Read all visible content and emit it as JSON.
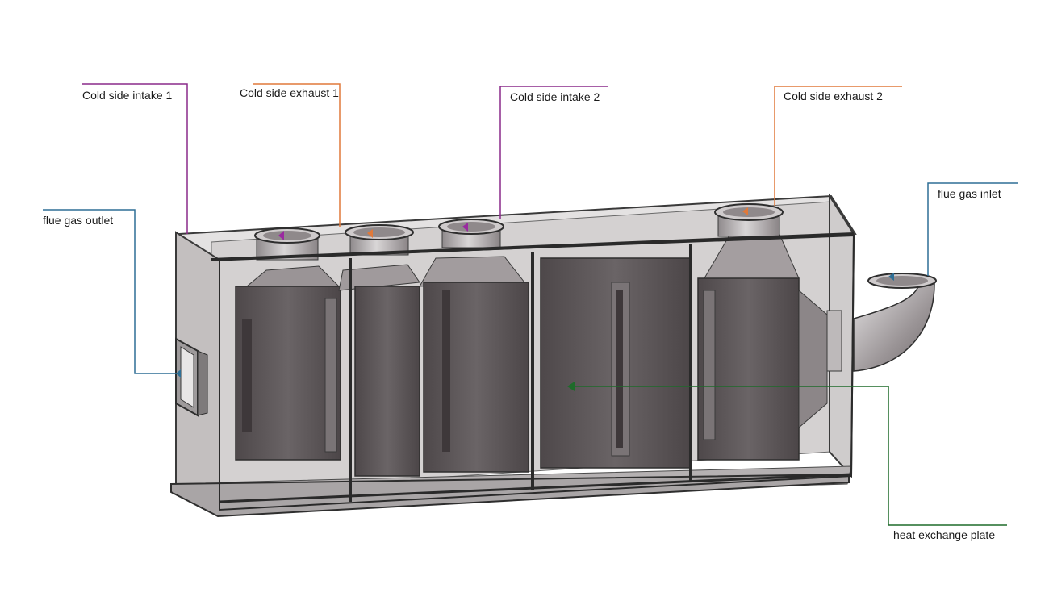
{
  "labels": {
    "cold_side_intake_1": "Cold side intake 1",
    "cold_side_exhaust_1": "Cold side exhaust 1",
    "cold_side_intake_2": "Cold side intake 2",
    "cold_side_exhaust_2": "Cold side exhaust 2",
    "flue_gas_outlet": "flue gas outlet",
    "flue_gas_inlet": "flue gas inlet",
    "heat_exchange_plate": "heat exchange plate"
  },
  "colors": {
    "intake_leader": "#8a2a8a",
    "exhaust_leader": "#e0793a",
    "flue_gas_leader": "#2e6f96",
    "plate_leader": "#1e6b2a",
    "casing_fill": "#c7c4c4",
    "module_fill": "#5a5456"
  }
}
